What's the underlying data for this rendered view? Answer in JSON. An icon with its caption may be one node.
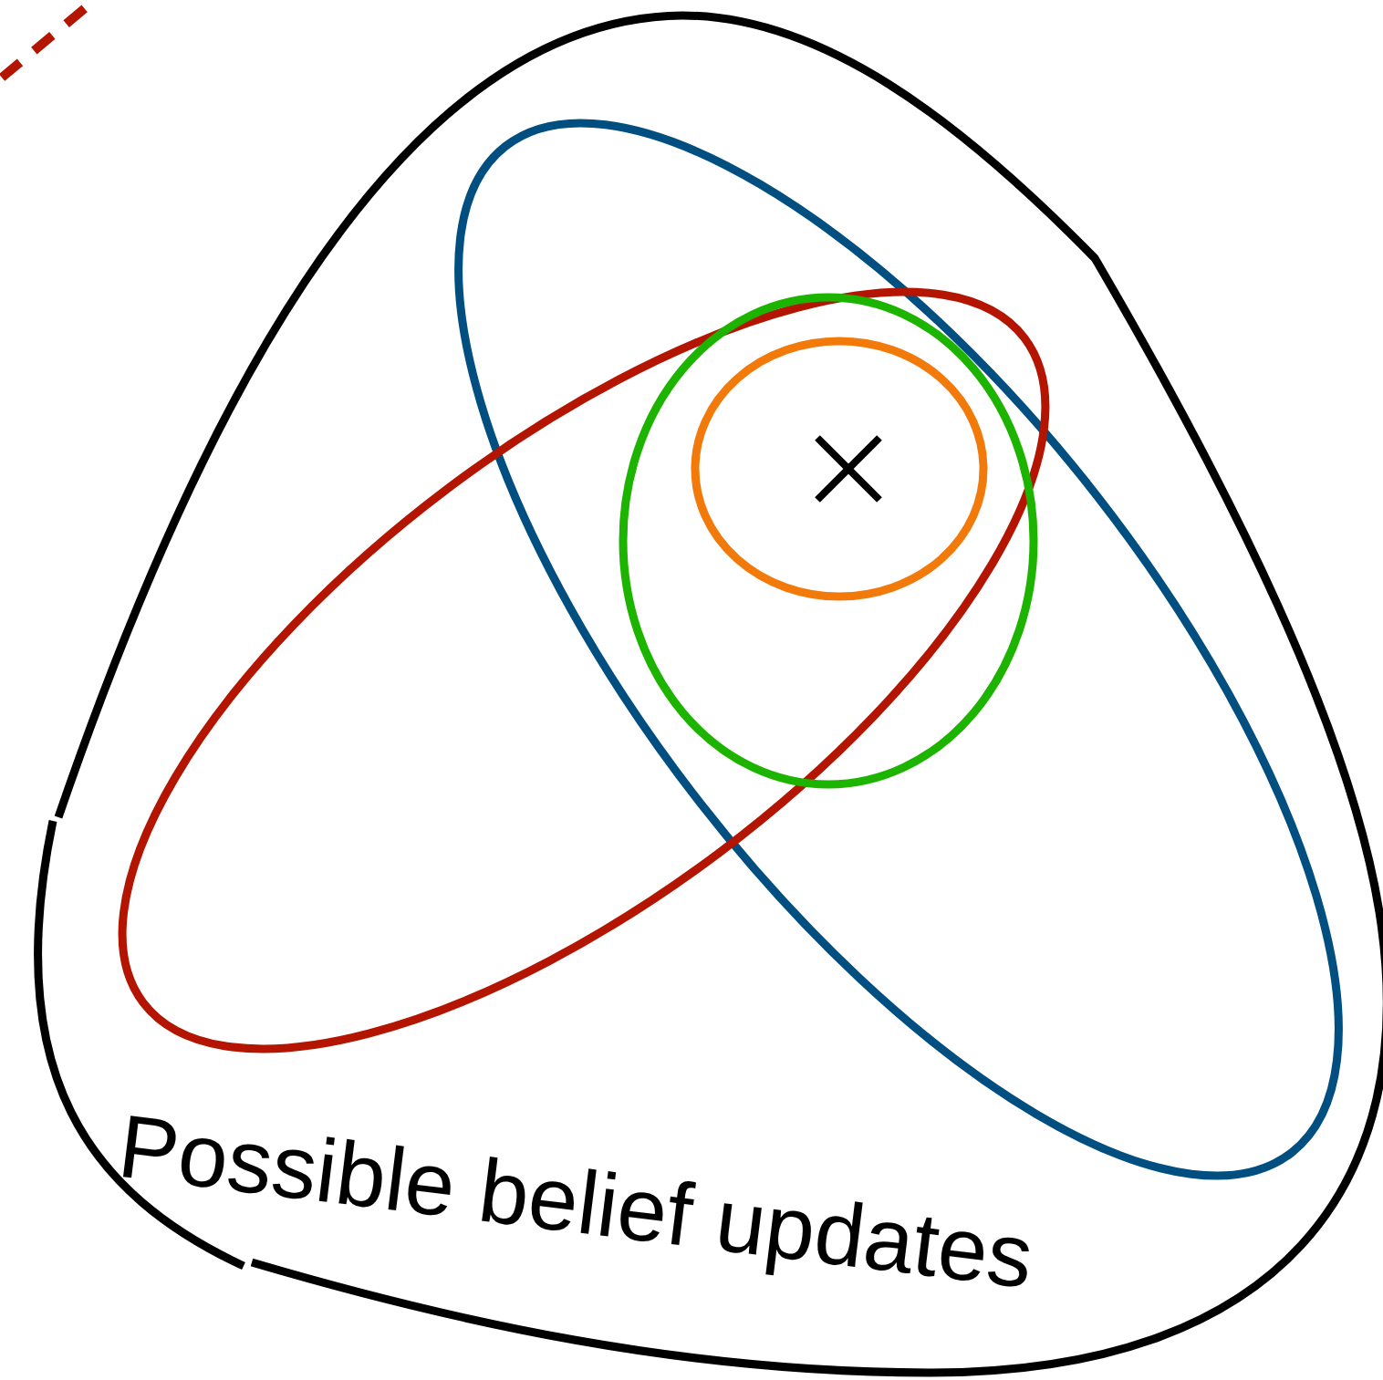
{
  "diagram": {
    "nodes": [
      {
        "text": [
          "Possible belief updates"
        ]
      },
      {
        "text": [],
        "shape": "ellipse",
        "in": 0
      },
      {
        "text": [],
        "shape": "ellipse",
        "in": 0
      },
      {
        "text": [],
        "shape": "ellipse"
      },
      {
        "text": [],
        "shape": "ellipse",
        "in": 3
      }
    ],
    "edges": []
  }
}
